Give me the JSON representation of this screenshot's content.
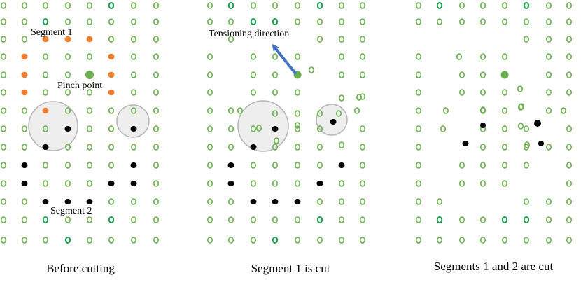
{
  "colors": {
    "ring": "#6ab04c",
    "ring_bright": "#1e9e50",
    "pinch": "#6ab04c",
    "segment1": "#ef7d2e",
    "segment2": "#000000",
    "circle_fill": "#eeeeee",
    "circle_stroke": "#b5b5b5",
    "arrow": "#4472c4"
  },
  "panels": [
    {
      "caption": "Before cutting",
      "labels": {
        "segment1": "Segment 1",
        "pinch": "Pinch point",
        "segment2": "Segment 2"
      }
    },
    {
      "caption": "Segment 1 is cut",
      "labels": {
        "arrow": "Tensioning direction"
      }
    },
    {
      "caption": "Segments 1 and 2 are cut"
    }
  ]
}
